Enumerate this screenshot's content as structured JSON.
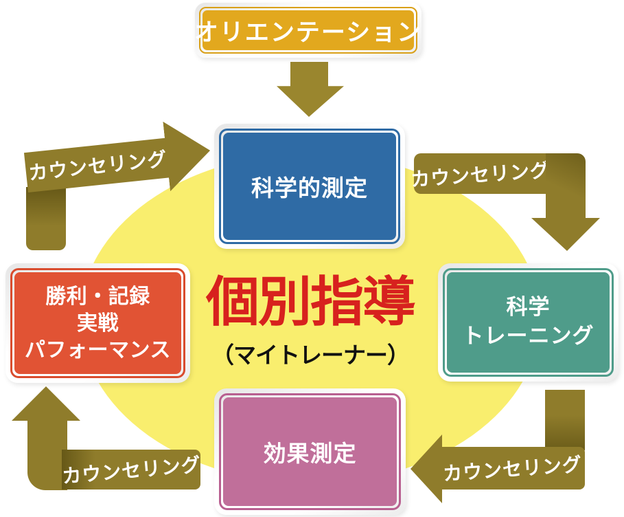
{
  "center": {
    "heading": "個別指導",
    "subheading": "（マイトレーナー）"
  },
  "nodes": {
    "orientation": {
      "label": "オリエンテーション"
    },
    "measurement": {
      "label": "科学的測定"
    },
    "training": {
      "lines": [
        "科学",
        "トレーニング"
      ]
    },
    "effect": {
      "label": "効果測定"
    },
    "performance": {
      "lines": [
        "勝利・記録",
        "実戦",
        "パフォーマンス"
      ]
    }
  },
  "arrows": {
    "counseling_label": "カウンセリング"
  },
  "colors": {
    "box_gold": "#e2a81e",
    "box_blue": "#2f6ba5",
    "box_teal": "#4f9c8a",
    "box_pink": "#c06f9a",
    "box_red_orange": "#e15334",
    "ellipse_yellow": "#f9ee6e",
    "arrow_olive": "#8f7c2b",
    "heading_red": "#d7211e",
    "label_white": "#ffffff"
  }
}
